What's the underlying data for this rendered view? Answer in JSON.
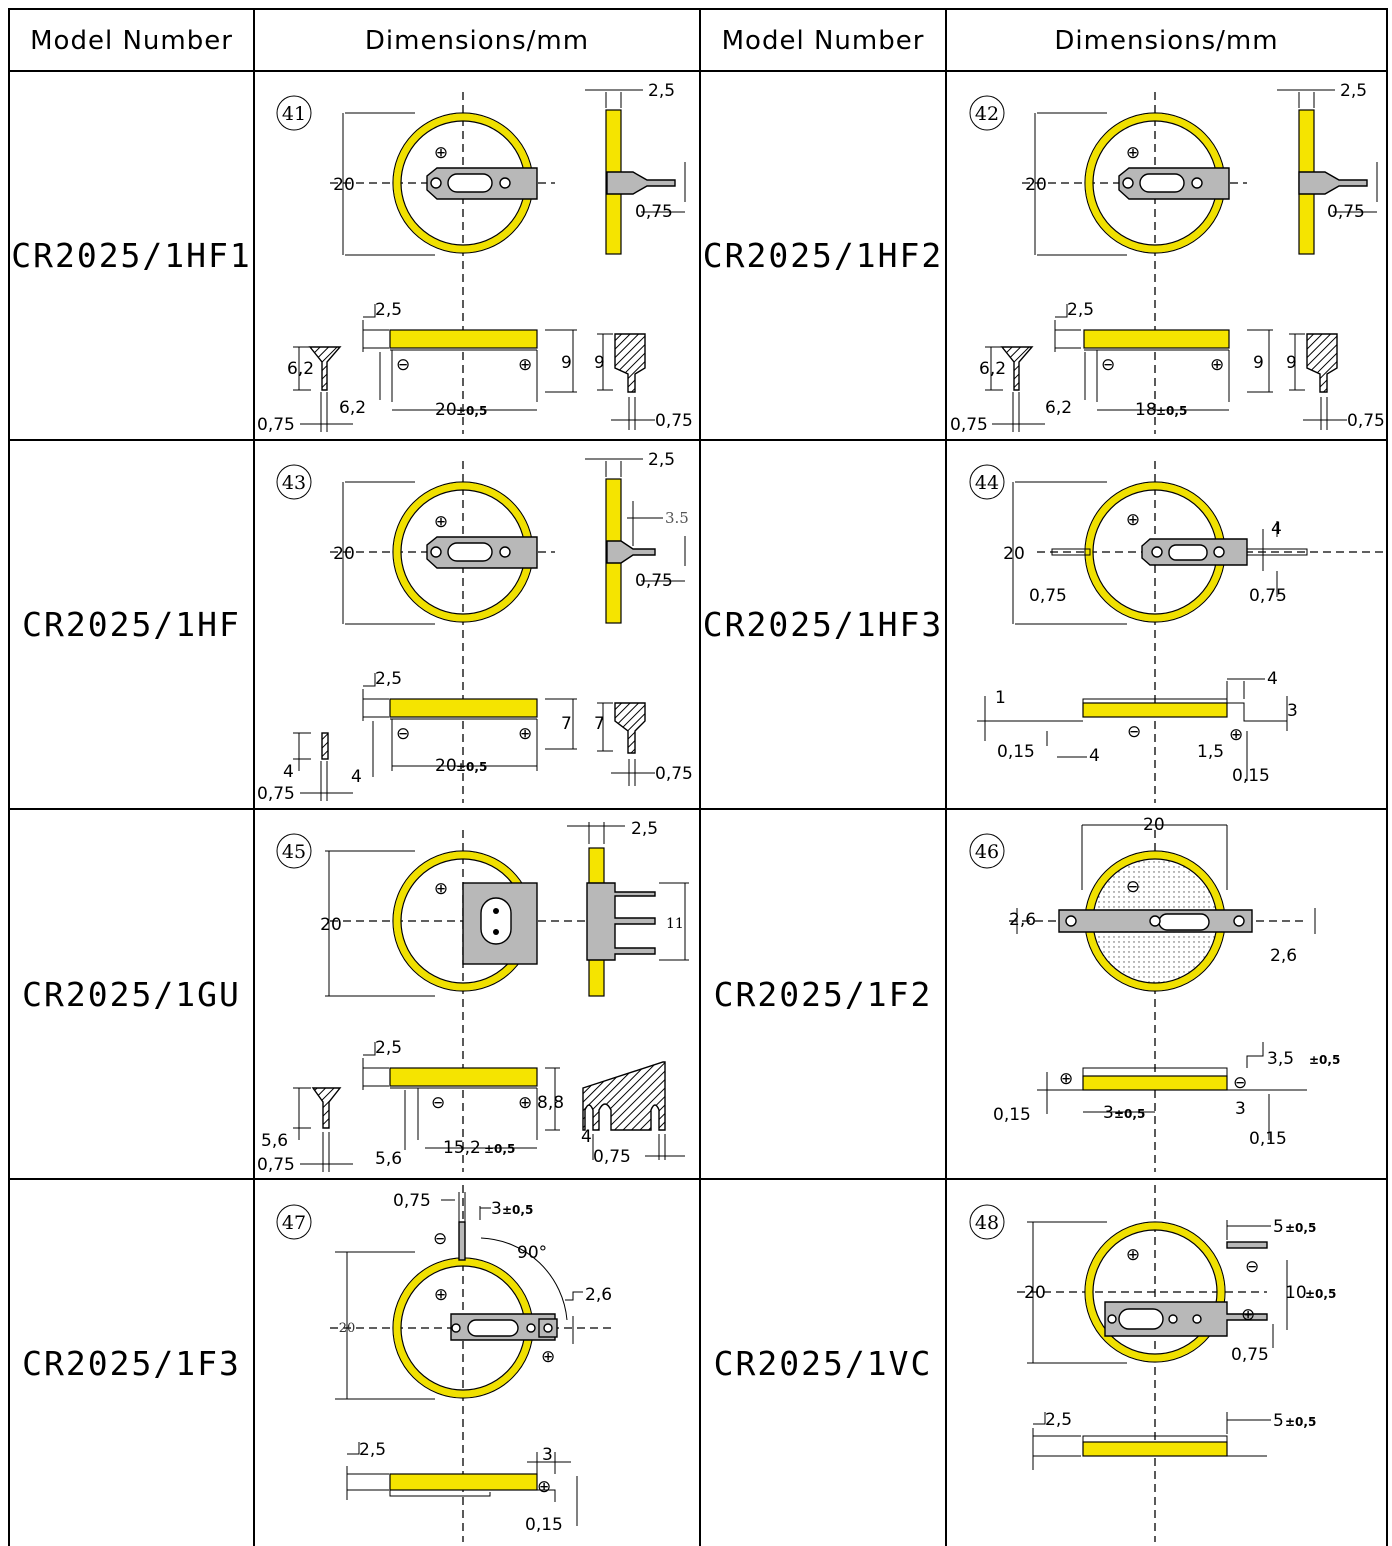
{
  "table": {
    "col_headers": [
      "Model Number",
      "Dimensions/mm",
      "Model Number",
      "Dimensions/mm"
    ],
    "rows": [
      {
        "left_model": "CR2025/1HF1",
        "right_model": "CR2025/1HF2"
      },
      {
        "left_model": "CR2025/1HF",
        "right_model": "CR2025/1HF3"
      },
      {
        "left_model": "CR2025/1GU",
        "right_model": "CR2025/1F2"
      },
      {
        "left_model": "CR2025/1F3",
        "right_model": "CR2025/1VC"
      }
    ]
  },
  "drawings": {
    "d41": {
      "fig": "41",
      "dia": "20",
      "t1": "2,5",
      "t2": "0,75",
      "t3": "2,5",
      "h1": "6,2",
      "h2": "6,2",
      "w": "20",
      "tol": "±0,5",
      "hv": "9",
      "hv2": "9",
      "l1": "0,75",
      "l2": "0,75"
    },
    "d42": {
      "fig": "42",
      "dia": "20",
      "t1": "2,5",
      "t2": "0,75",
      "t3": "2,5",
      "h1": "6,2",
      "h2": "6,2",
      "w": "18",
      "tol": "±0,5",
      "hv": "9",
      "hv2": "9",
      "l1": "0,75",
      "l2": "0,75"
    },
    "d43": {
      "fig": "43",
      "dia": "20",
      "t1": "2,5",
      "t2": "3.5",
      "t3": "0,75",
      "t4": "2,5",
      "h1": "4",
      "h2": "4",
      "w": "20",
      "tol": "±0,5",
      "hv": "7",
      "hv2": "7",
      "l1": "0,75",
      "l2": "0,75"
    },
    "d44": {
      "fig": "44",
      "dia": "20",
      "a": "4",
      "b": "0,75",
      "c": "0,75",
      "d": "4",
      "e": "1",
      "f": "3",
      "g": "0,15",
      "h": "4",
      "i": "1,5",
      "j": "0,15"
    },
    "d45": {
      "fig": "45",
      "dia": "20",
      "t1": "2,5",
      "t2": "11",
      "t3": "2,5",
      "h1": "5,6",
      "h2": "5,6",
      "w": "15,2",
      "tol": "±0,5",
      "hv": "8,8",
      "l1": "0,75",
      "l2": "0,75",
      "l3": "4"
    },
    "d46": {
      "fig": "46",
      "dia": "20",
      "a": "2,6",
      "b": "2,6",
      "c": "3,5",
      "tol": "±0,5",
      "d": "0,15",
      "e": "3",
      "f": "3",
      "g": "0,15"
    },
    "d47": {
      "fig": "47",
      "dia": "20",
      "a": "0,75",
      "b": "3",
      "tol": "±0,5",
      "ang": "90°",
      "c": "2,6",
      "d": "2,5",
      "e": "3",
      "f": "0,15"
    },
    "d48": {
      "fig": "48",
      "dia": "20",
      "a": "5",
      "tol": "±0,5",
      "b": "10",
      "c": "0,75",
      "d": "2,5",
      "e": "5"
    }
  }
}
